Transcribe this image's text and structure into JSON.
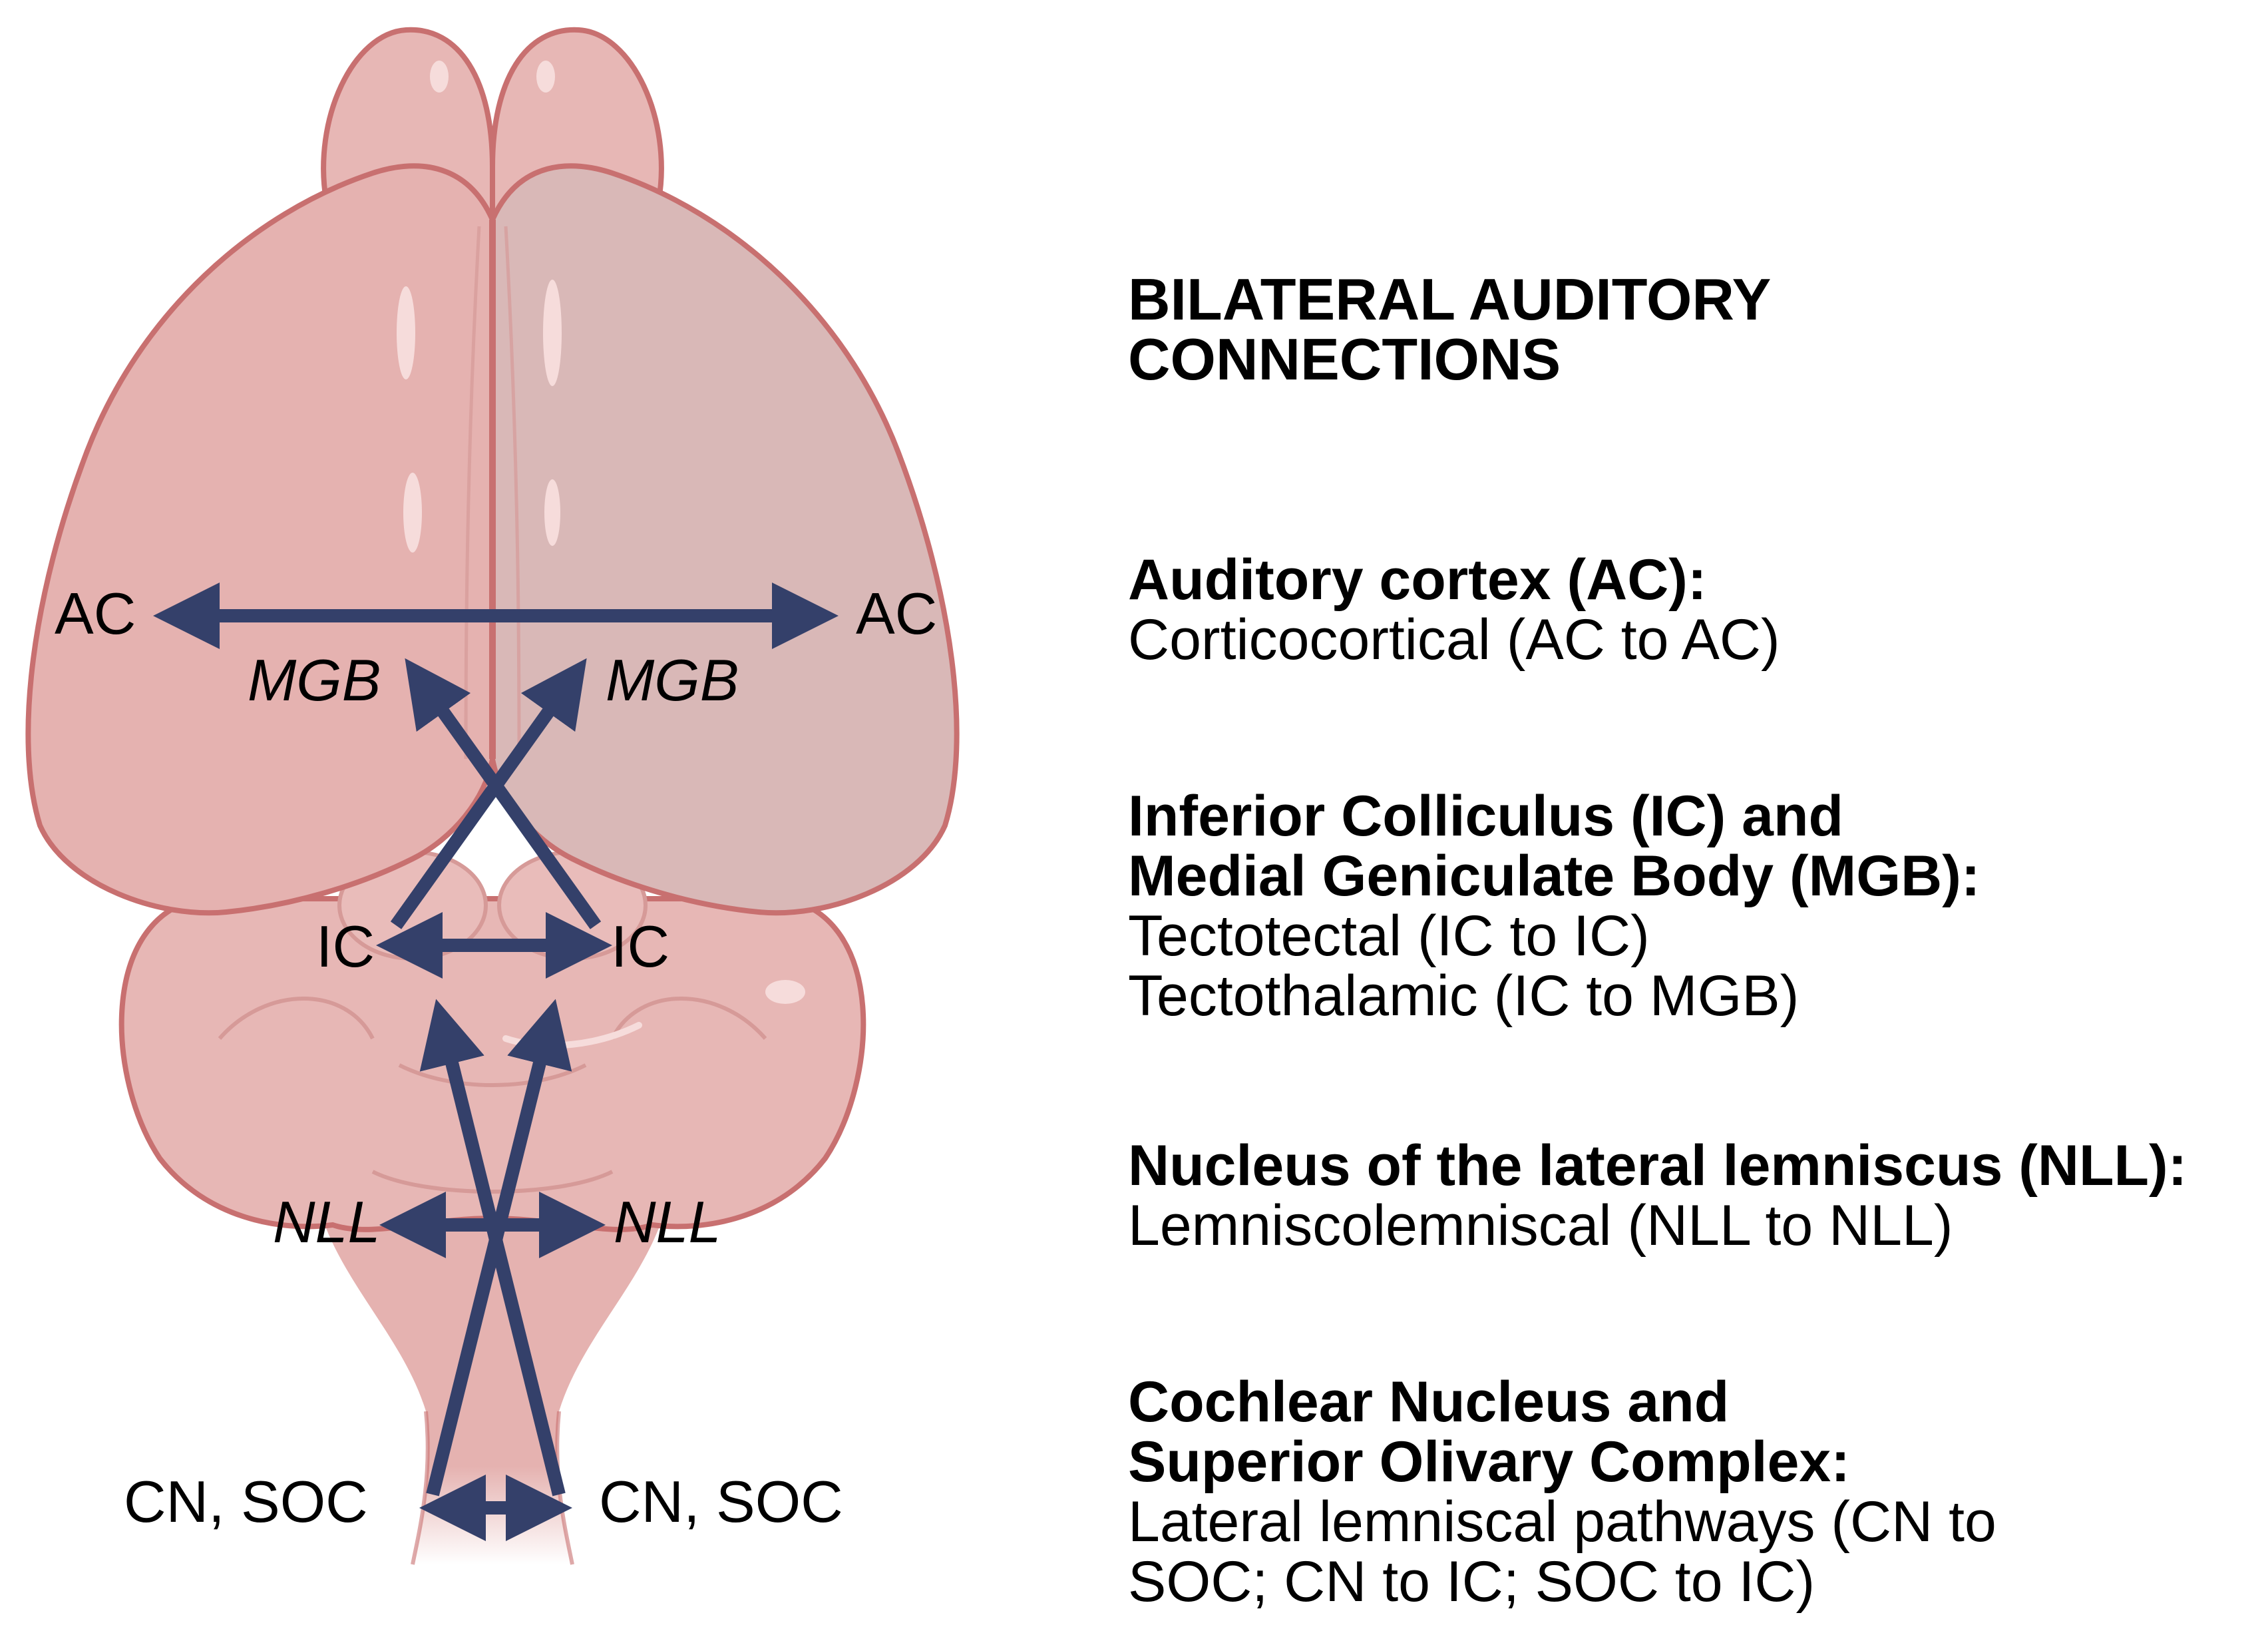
{
  "colors": {
    "brain_fill": "#E5B2B0",
    "brain_outline": "#C87070",
    "arrow": "#34406A",
    "text": "#000000"
  },
  "labels": {
    "ac_left": "AC",
    "ac_right": "AC",
    "mgb_left": "MGB",
    "mgb_right": "MGB",
    "ic_left": "IC",
    "ic_right": "IC",
    "nll_left": "NLL",
    "nll_right": "NLL",
    "cn_soc_left": "CN, SOC",
    "cn_soc_right": "CN, SOC"
  },
  "legend": {
    "title_line1": "BILATERAL AUDITORY",
    "title_line2": "CONNECTIONS",
    "sections": [
      {
        "heading": [
          "Auditory cortex (AC):"
        ],
        "body": [
          "Corticocortical (AC to AC)"
        ]
      },
      {
        "heading": [
          "Inferior Colliculus (IC) and",
          "Medial Geniculate Body (MGB):"
        ],
        "body": [
          "Tectotectal (IC to IC)",
          "Tectothalamic (IC to MGB)"
        ]
      },
      {
        "heading": [
          "Nucleus of the lateral lemniscus (NLL):"
        ],
        "body": [
          "Lemniscolemniscal (NLL to NLL)"
        ]
      },
      {
        "heading": [
          "Cochlear Nucleus and",
          "Superior Olivary Complex:"
        ],
        "body": [
          "Lateral lemniscal pathways (CN to",
          "SOC; CN to IC; SOC to IC)"
        ]
      }
    ]
  }
}
